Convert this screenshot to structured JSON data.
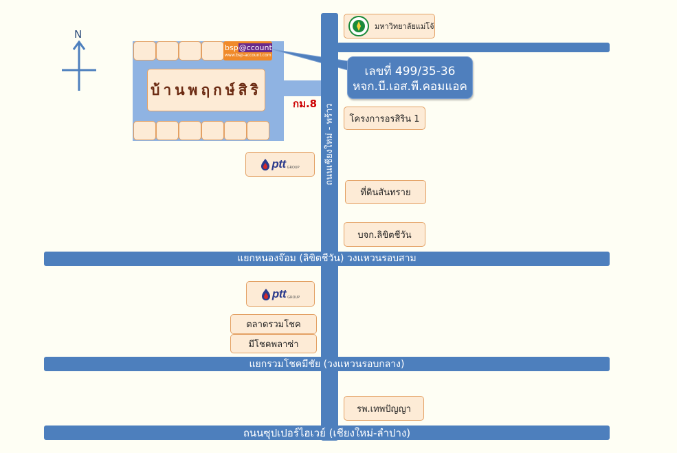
{
  "compass": {
    "north_label": "N"
  },
  "roads": {
    "road1": "แยกหนองจ๊อม (ลิขิตชีวัน) วงแหวนรอบสาม",
    "road2": "แยกรวมโชคมีชัย (วงแหวนรอบกลาง)",
    "road3": "ถนนซุปเปอร์ไฮเวย์ (เชียงใหม่-ลำปาง)",
    "vertical": "ถนนเชียงใหม่ - พร้าว"
  },
  "estate": {
    "name": "บ้านพฤกษ์สิริ",
    "km_label": "กม.8"
  },
  "bsp_logo": {
    "part1": "bsp",
    "part2": "@ccount",
    "url": "www.bsp-account.com"
  },
  "callout": {
    "line1": "เลขที่ 499/35-36",
    "line2": "หจก.บี.เอส.พี.คอมแอค"
  },
  "landmarks": {
    "university": "มหาวิทยาลัยแม่โจ้",
    "project": "โครงการอรสิริน 1",
    "market_sansai": "ที่ดินสันทราย",
    "company": "บจก.ลิขิตชีวัน",
    "ruamchok_market": "ตลาดรวมโชค",
    "mechok_plaza": "มีโชคพลาซ่า",
    "hospital": "รพ.เทพปัญญา"
  },
  "ptt": {
    "text": "ptt",
    "sub": "GROUP"
  },
  "colors": {
    "road": "#4d7fbd",
    "box_fill": "#fdebd6",
    "box_border": "#e3a063",
    "km_label": "#cc0000"
  }
}
